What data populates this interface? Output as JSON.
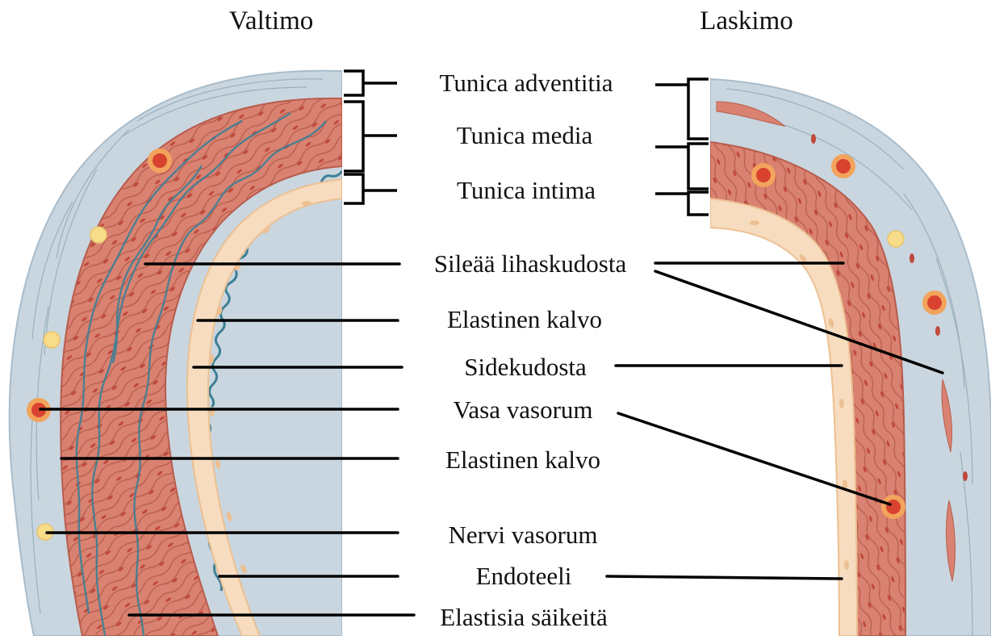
{
  "titles": {
    "artery": "Valtimo",
    "vein": "Laskimo"
  },
  "layers": [
    "Tunica adventitia",
    "Tunica media",
    "Tunica intima"
  ],
  "labels": [
    "Sileää lihaskudosta",
    "Elastinen kalvo",
    "Sidekudosta",
    "Vasa vasorum",
    "Elastinen kalvo",
    "Nervi vasorum",
    "Endoteeli",
    "Elastisia säikeitä"
  ],
  "colors": {
    "adventitia": "#c9d6df",
    "adventitia_edge": "#a9bccb",
    "muscle": "#d98271",
    "muscle_dark": "#b85c4d",
    "muscle_light": "#e8a293",
    "intima": "#f7dcbf",
    "intima_dark": "#ecc092",
    "elastic": "#3e7f95",
    "vessel_red": "#d8422f",
    "vessel_ring": "#f2a45c",
    "nerve": "#f7dc8a",
    "leader": "#000000"
  }
}
